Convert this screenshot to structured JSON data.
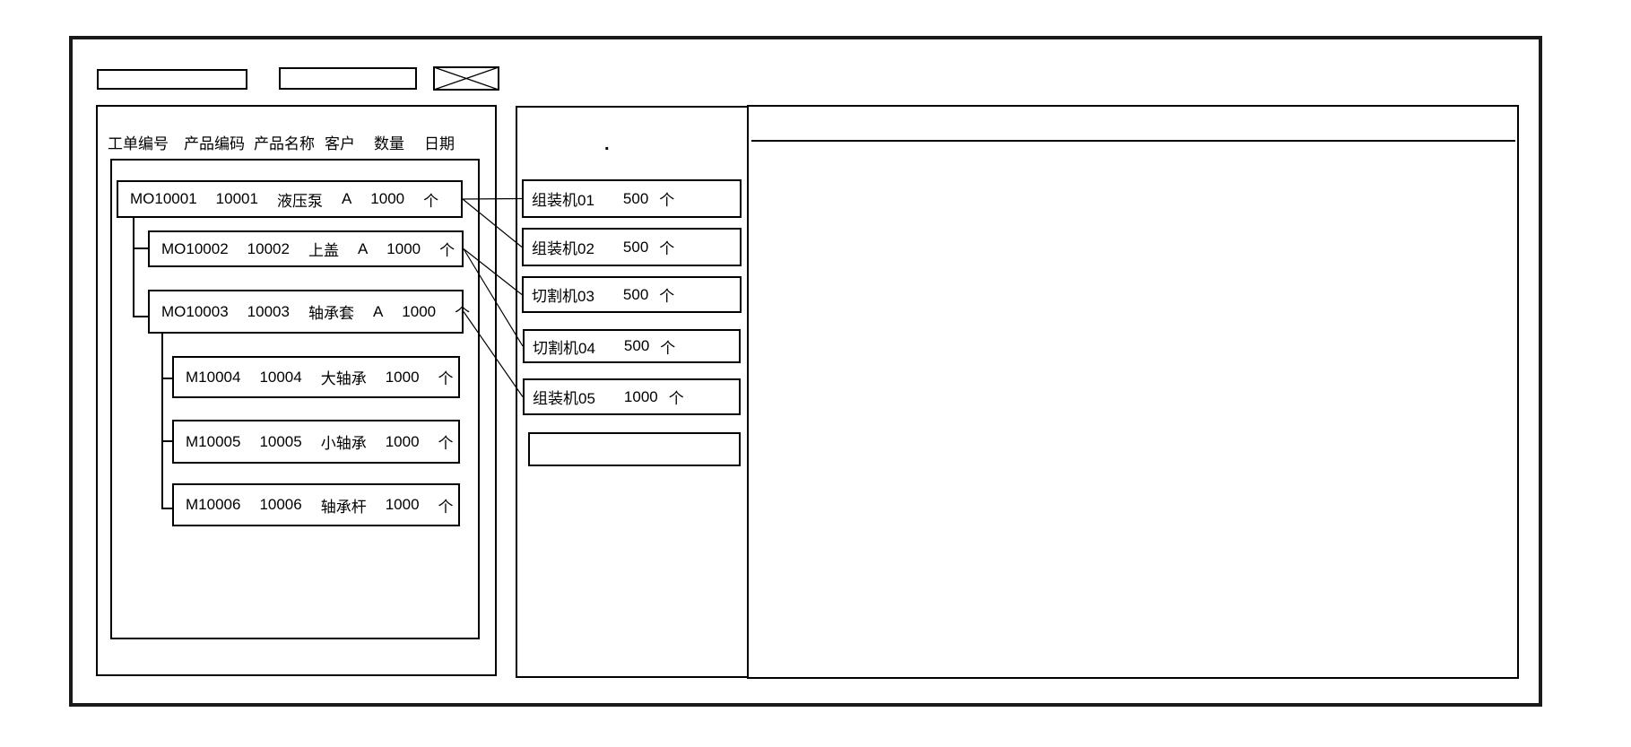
{
  "toolbar": {
    "field1_value": "",
    "field2_value": "",
    "image_placeholder": "x-image-placeholder"
  },
  "work_order_panel": {
    "columns": [
      "工单编号",
      "产品编码",
      "产品名称",
      "客户",
      "数量",
      "日期"
    ],
    "orders": [
      {
        "id": "mo1",
        "order_no": "MO10001",
        "product_code": "10001",
        "product_name": "液压泵",
        "customer": "A",
        "qty": "1000",
        "unit": "个"
      },
      {
        "id": "mo2",
        "order_no": "MO10002",
        "product_code": "10002",
        "product_name": "上盖",
        "customer": "A",
        "qty": "1000",
        "unit": "个"
      },
      {
        "id": "mo3",
        "order_no": "MO10003",
        "product_code": "10003",
        "product_name": "轴承套",
        "customer": "A",
        "qty": "1000",
        "unit": "个"
      },
      {
        "id": "m4",
        "order_no": "M10004",
        "product_code": "10004",
        "product_name": "大轴承",
        "customer": "",
        "qty": "1000",
        "unit": "个"
      },
      {
        "id": "m5",
        "order_no": "M10005",
        "product_code": "10005",
        "product_name": "小轴承",
        "customer": "",
        "qty": "1000",
        "unit": "个"
      },
      {
        "id": "m6",
        "order_no": "M10006",
        "product_code": "10006",
        "product_name": "轴承杆",
        "customer": "",
        "qty": "1000",
        "unit": "个"
      }
    ]
  },
  "machine_panel": {
    "stray_dot": ".",
    "machines": [
      {
        "id": "mc1",
        "name": "组装机01",
        "qty": "500",
        "unit": "个"
      },
      {
        "id": "mc2",
        "name": "组装机02",
        "qty": "500",
        "unit": "个"
      },
      {
        "id": "mc3",
        "name": "切割机03",
        "qty": "500",
        "unit": "个"
      },
      {
        "id": "mc4",
        "name": "切割机04",
        "qty": "500",
        "unit": "个"
      },
      {
        "id": "mc5",
        "name": "组装机05",
        "qty": "1000",
        "unit": "个"
      },
      {
        "id": "mc6",
        "name": "",
        "qty": "",
        "unit": ""
      }
    ]
  },
  "schedule_panel": {
    "content": ""
  },
  "connections": [
    {
      "from": "mo1",
      "to": "mc1"
    },
    {
      "from": "mo1",
      "to": "mc2"
    },
    {
      "from": "mo2",
      "to": "mc3"
    },
    {
      "from": "mo2",
      "to": "mc4"
    },
    {
      "from": "mo3",
      "to": "mc5"
    }
  ],
  "colors": {
    "line": "#000000",
    "background": "#ffffff"
  }
}
